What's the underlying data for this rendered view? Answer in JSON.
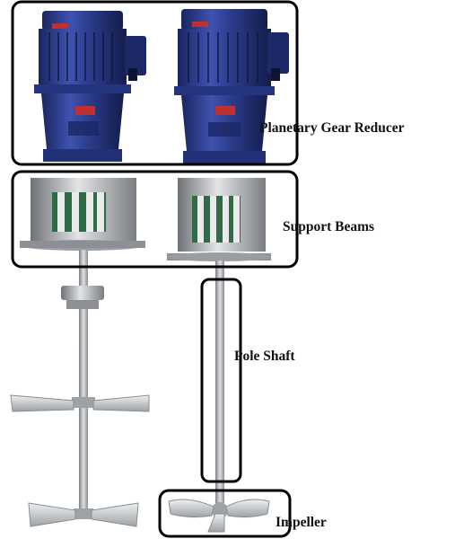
{
  "figure": {
    "subject": "Two vertical agitator/mixer assemblies",
    "colors": {
      "motor_body": "#2a3a88",
      "motor_dark": "#1a2560",
      "motor_highlight": "#4a5cc0",
      "steel": "#a8acb0",
      "steel_light": "#d7dadc",
      "steel_dark": "#6e7276",
      "callout_box": "#000000",
      "background": "#ffffff"
    },
    "labels": {
      "gear_reducer": "Planetary Gear Reducer",
      "support_beams": "Support Beams",
      "pole_shaft": "Pole Shaft",
      "impeller": "Impeller"
    }
  }
}
